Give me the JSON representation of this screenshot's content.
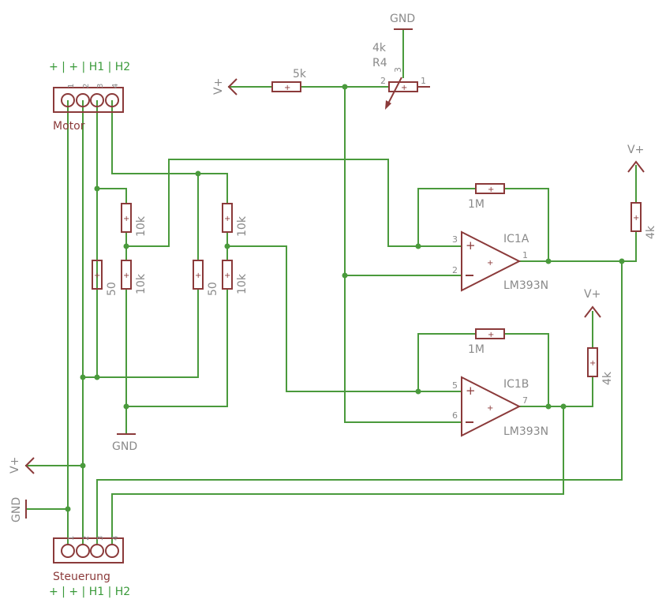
{
  "connectors": {
    "motor": {
      "label": "Motor",
      "pin_legend": "+ | + | H1 | H2",
      "pins": [
        "1",
        "2",
        "3",
        "4"
      ]
    },
    "control": {
      "label": "Steuerung",
      "pin_legend": "+ | + | H1 | H2",
      "pins": [
        "1",
        "2",
        "3",
        "4"
      ]
    }
  },
  "supply": {
    "vplus": "V+",
    "gnd": "GND"
  },
  "resistors": {
    "r_5k": "5k",
    "r_10k_a": "10k",
    "r_10k_b": "10k",
    "r_10k_c": "10k",
    "r_10k_d": "10k",
    "r_50_a": "50",
    "r_50_b": "50",
    "r_1m_a": "1M",
    "r_1m_b": "1M",
    "r_4k_a": "4k",
    "r_4k_b": "4k"
  },
  "potentiometer": {
    "name": "R4",
    "value": "4k",
    "pin1": "1",
    "pin2": "2",
    "pin3": "3"
  },
  "opamps": {
    "a": {
      "name": "IC1A",
      "part": "LM393N",
      "pin_noninv": "3",
      "pin_inv": "2",
      "pin_out": "1"
    },
    "b": {
      "name": "IC1B",
      "part": "LM393N",
      "pin_noninv": "5",
      "pin_inv": "6",
      "pin_out": "7"
    }
  },
  "colors": {
    "wire": "#4a9a3c",
    "part": "#8b3a3a",
    "label": "#8a8a8a",
    "legend": "#3a9a3a"
  }
}
